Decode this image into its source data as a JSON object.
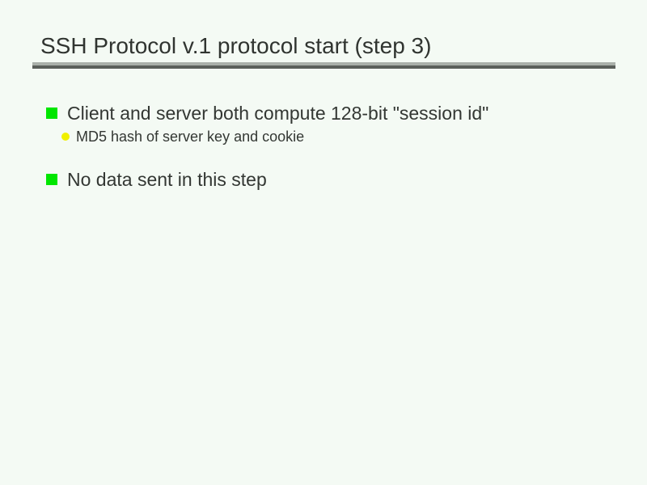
{
  "slide": {
    "title": "SSH Protocol v.1 protocol start (step 3)",
    "bullets": [
      {
        "level": 1,
        "text": "Client and server both compute 128-bit \"session id\""
      },
      {
        "level": 2,
        "text": "MD5 hash of server key and cookie"
      },
      {
        "level": 1,
        "text": "No data sent in this step"
      }
    ],
    "colors": {
      "background": "#f4faf4",
      "text": "#333733",
      "bullet_level1": "#00e600",
      "bullet_level2": "#f0f000",
      "rule_top": "#a9afa9",
      "rule_bottom": "#5a5f5a"
    }
  }
}
